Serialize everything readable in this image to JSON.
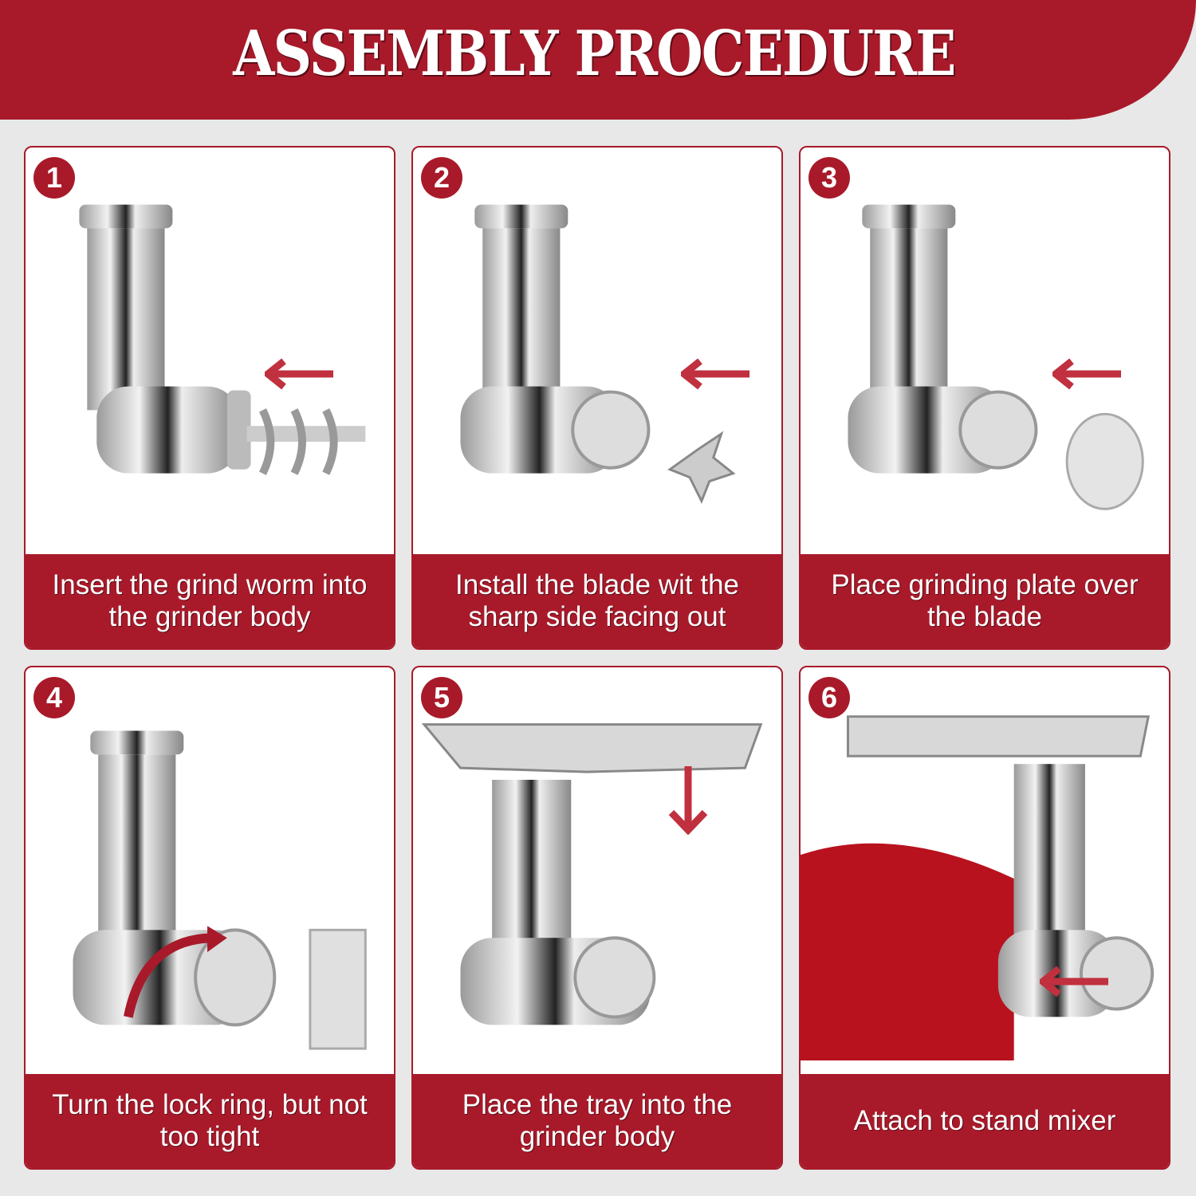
{
  "title": "ASSEMBLY PROCEDURE",
  "colors": {
    "accent": "#a81a2a",
    "background": "#e8e8e8",
    "card": "#ffffff"
  },
  "steps": [
    {
      "number": "1",
      "caption": "Insert the grind worm into the grinder body",
      "illustration": "grinder body with grind worm",
      "arrow": "left-arrow-icon"
    },
    {
      "number": "2",
      "caption": "Install the blade wit the sharp side facing out",
      "illustration": "grinder body with cross blade",
      "arrow": "left-arrow-icon"
    },
    {
      "number": "3",
      "caption": "Place grinding plate over the blade",
      "illustration": "grinder body with grinding plate",
      "arrow": "left-arrow-icon"
    },
    {
      "number": "4",
      "caption": "Turn the lock ring, but not too tight",
      "illustration": "grinder body with lock ring",
      "arrow": "curved-arrow-icon"
    },
    {
      "number": "5",
      "caption": "Place the tray into the grinder body",
      "illustration": "grinder with food tray",
      "arrow": "down-arrow-icon"
    },
    {
      "number": "6",
      "caption": "Attach to stand mixer",
      "illustration": "grinder attached to red stand mixer",
      "arrow": "left-arrow-icon"
    }
  ]
}
